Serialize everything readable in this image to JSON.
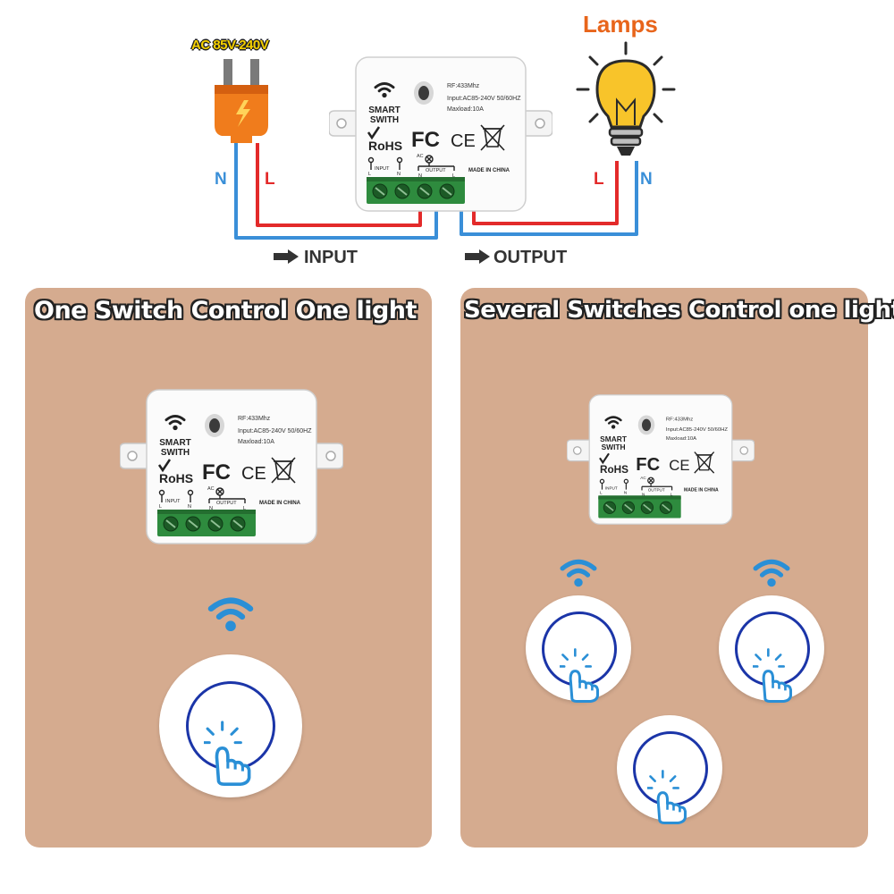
{
  "top": {
    "ac_label": "AC 85V-240V",
    "lamps_label": "Lamps",
    "wire_n_left": "N",
    "wire_l_left": "L",
    "wire_l_right": "L",
    "wire_n_right": "N",
    "input_label": "INPUT",
    "output_label": "OUTPUT"
  },
  "device": {
    "name_line1": "SMART",
    "name_line2": "SWITH",
    "rf": "RF:433Mhz",
    "input_spec": "Input:AC85-240V 50/60HZ",
    "maxload": "Maxload:10A",
    "rohs": "RoHS",
    "fc": "FC",
    "ce": "CE",
    "ac": "AC",
    "term_input": "INPUT",
    "term_output": "OUTPUT",
    "term_l": "L",
    "term_n": "N",
    "made_in": "MADE IN CHINA"
  },
  "panels": {
    "left_title": "One Switch Control One light",
    "right_title": "Several Switches Control one  light"
  },
  "colors": {
    "panel_bg": "#d5ab8f",
    "wire_red": "#e32a2a",
    "wire_blue": "#3a8fd8",
    "terminal_green": "#2e8b3e",
    "lamp_yellow": "#f8c42a",
    "plug_orange": "#f07c1c",
    "signal_blue": "#2a8fd6"
  }
}
